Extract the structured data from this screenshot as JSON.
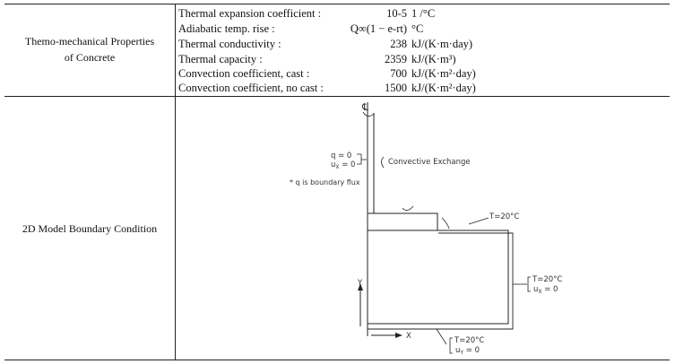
{
  "table": {
    "row1_label": "Themo-mechanical Properties of Concrete",
    "row2_label": "2D Model Boundary Condition",
    "properties": [
      {
        "name": "Thermal expansion coefficient :",
        "value": "10-5",
        "unit": "1 /°C"
      },
      {
        "name": "Adiabatic temp. rise :",
        "value": "Q∞(1 − e-rt)",
        "unit": "°C"
      },
      {
        "name": "Thermal conductivity :",
        "value": "238",
        "unit": "kJ/(K·m·day)"
      },
      {
        "name": "Thermal capacity :",
        "value": "2359",
        "unit": "kJ/(K·m³)"
      },
      {
        "name": "Convection coefficient, cast :",
        "value": "700",
        "unit": "kJ/(K·m²·day)"
      },
      {
        "name": "Convection coefficient, no cast :",
        "value": "1500",
        "unit": "kJ/(K·m²·day)"
      }
    ]
  },
  "diagram": {
    "centerline_symbol": "℄",
    "flux_bc_q": "q = 0",
    "flux_bc_ux": "u",
    "flux_bc_ux_sub": "X",
    "flux_bc_ux_val": " = 0",
    "convective_label": "Convective Exchange",
    "flux_note": "* q is boundary flux",
    "top_temp": "T=20°C",
    "right_temp": "T=20°C",
    "right_u": "u",
    "right_u_sub": "X",
    "right_u_val": " = 0",
    "bottom_temp": "T=20°C",
    "bottom_u": "u",
    "bottom_u_sub": "Y",
    "bottom_u_val": " = 0",
    "axis_y": "Y",
    "axis_x": "X"
  }
}
